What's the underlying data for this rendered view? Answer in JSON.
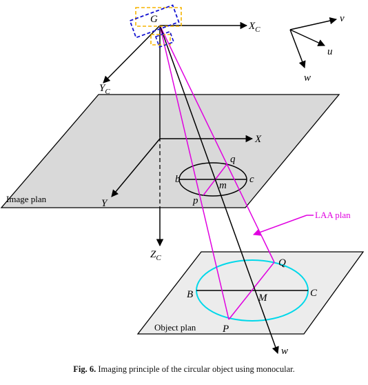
{
  "labels": {
    "G": "G",
    "Xc": "X",
    "Xc_sub": "C",
    "Yc": "Y",
    "Yc_sub": "C",
    "Zc": "Z",
    "Zc_sub": "C",
    "v": "v",
    "u": "u",
    "w_axis": "w",
    "X": "X",
    "Y": "Y",
    "q": "q",
    "b": "b",
    "c": "c",
    "m": "m",
    "p": "p",
    "Q": "Q",
    "B": "B",
    "C": "C",
    "M": "M",
    "P": "P",
    "w_ray": "w"
  },
  "planes": {
    "image_label": "Image plan",
    "object_label": "Object plan"
  },
  "annotation": {
    "laa_label": "LAA plan"
  },
  "caption": {
    "prefix": "Fig. 6.",
    "text": "Imaging principle of the circular object using monocular."
  },
  "colors": {
    "plane_fill": "#d9d9d9",
    "object_fill": "#ececec",
    "ray": "#e000e0",
    "circle": "#00d8ea",
    "box_yellow": "#f5b400",
    "box_blue": "#1010d0"
  }
}
